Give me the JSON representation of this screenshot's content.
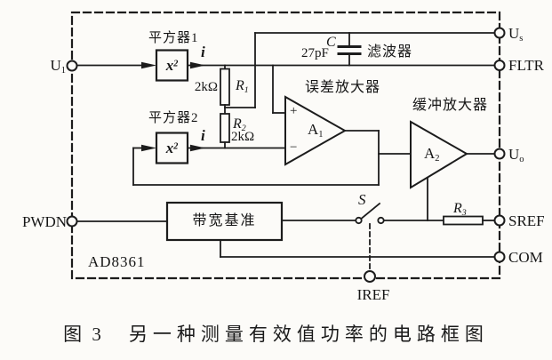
{
  "figure": {
    "chip": "AD8361",
    "caption_prefix": "图 3",
    "caption_title": "另一种测量有效值功率的电路框图"
  },
  "terminals": {
    "u1": {
      "main": "U",
      "sub": "1"
    },
    "pwdn": "PWDN",
    "us": {
      "main": "U",
      "sub": "s"
    },
    "fltr": "FLTR",
    "uo": {
      "main": "U",
      "sub": "o"
    },
    "sref": "SREF",
    "com": "COM",
    "iref": "IREF"
  },
  "blocks": {
    "squarer1": {
      "label": "平方器1",
      "symbol_base": "x",
      "symbol_sup": "2",
      "current": "i"
    },
    "squarer2": {
      "label": "平方器2",
      "symbol_base": "x",
      "symbol_sup": "2",
      "current": "i"
    },
    "error_amp": {
      "label": "误差放大器",
      "name_main": "A",
      "name_sub": "1",
      "plus": "+",
      "minus": "−"
    },
    "buffer_amp": {
      "label": "缓冲放大器",
      "name_main": "A",
      "name_sub": "2"
    },
    "bandgap": {
      "label": "带宽基准"
    },
    "filter": {
      "label": "滤波器",
      "cap_name": "C",
      "cap_value": "27pF"
    },
    "switch": {
      "label": "S"
    }
  },
  "resistors": {
    "r1": {
      "name_main": "R",
      "name_sub": "1",
      "value": "2kΩ"
    },
    "r2": {
      "name_main": "R",
      "name_sub": "2",
      "value": "2kΩ"
    },
    "r3": {
      "name_main": "R",
      "name_sub": "3"
    }
  },
  "colors": {
    "line": "#1c1c1c",
    "background": "#fcfbf8",
    "text": "#161616"
  }
}
